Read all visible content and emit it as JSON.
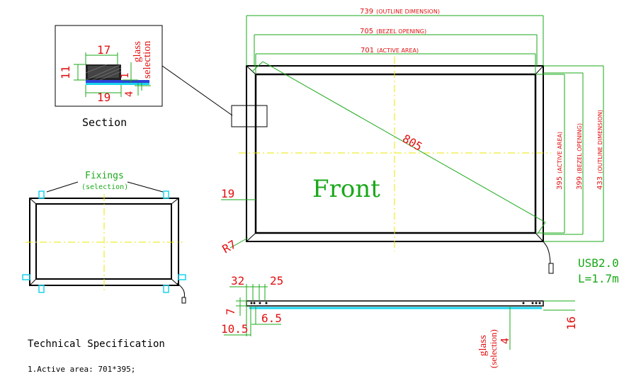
{
  "colors": {
    "red": "#e01010",
    "green": "#1aa81a",
    "yellow": "#e8e800",
    "black": "#000000",
    "cyan": "#19d3ee",
    "blue": "#2c44d8",
    "gray": "#7a7a7a"
  },
  "front": {
    "label": "Front",
    "dim_outline_w": "739",
    "dim_outline_w_note": "(OUTLINE DIMENSION)",
    "dim_bezel_w": "705",
    "dim_bezel_w_note": "(BEZEL OPENING)",
    "dim_active_w": "701",
    "dim_active_w_note": "(ACTIVE AREA)",
    "dim_active_h": "395",
    "dim_active_h_note": "(ACTIVE AREA)",
    "dim_bezel_h": "399",
    "dim_bezel_h_note": "(BEZEL OPENING)",
    "dim_outline_h": "433",
    "dim_outline_h_note": "(OUTLINE DIMENSION)",
    "diagonal": "805",
    "border": "19",
    "radius": "R7"
  },
  "section": {
    "label": "Section",
    "dim_top": "17",
    "dim_bottom": "19",
    "dim_left": "11",
    "dim_gap": "1",
    "dim_right": "4",
    "glass_label": "glass",
    "selection_label": "selection"
  },
  "fixings": {
    "label": "Fixings",
    "selection_label": "(selection)"
  },
  "side": {
    "dim_32": "32",
    "dim_25": "25",
    "dim_7": "7",
    "dim_6_5": "6.5",
    "dim_10_5": "10.5",
    "dim_16": "16",
    "glass_label": "glass",
    "selection_label": "(selection)",
    "glass_thickness": "4"
  },
  "usb": {
    "line1": "USB2.0",
    "line2": "L=1.7m"
  },
  "spec": {
    "title": "Technical Specification",
    "item1": "1.Active area: 701*395;"
  }
}
